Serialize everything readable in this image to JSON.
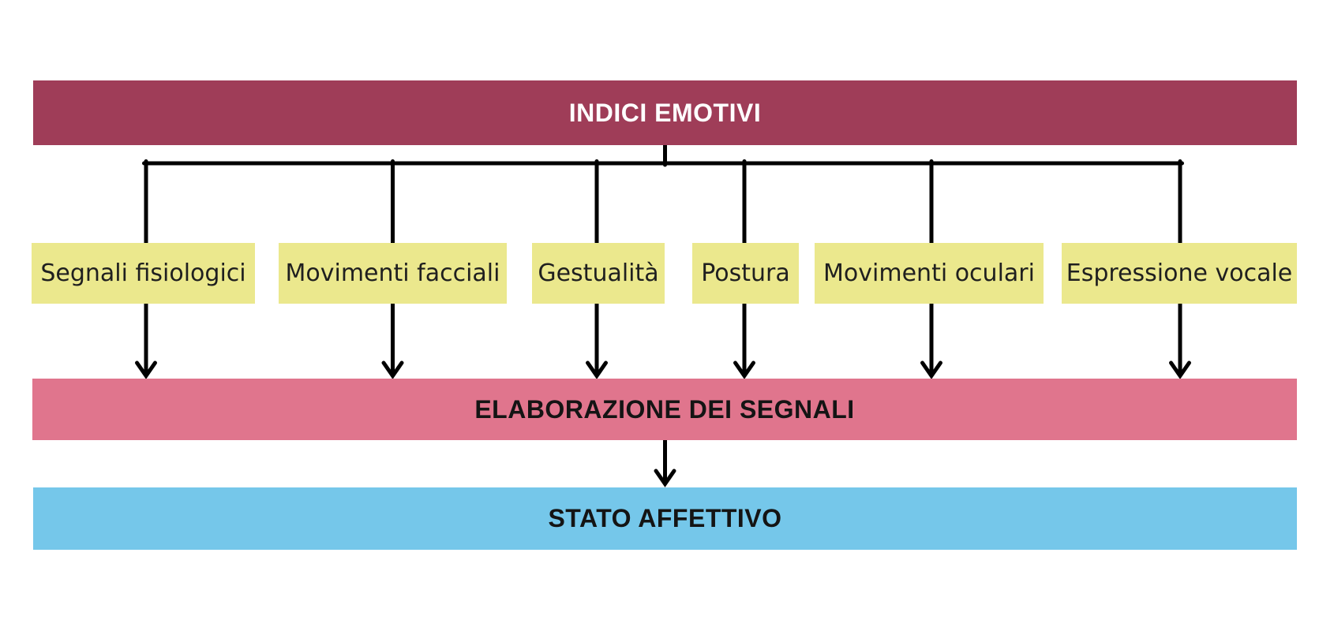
{
  "diagram": {
    "title": "INDICI EMOTIVI",
    "cues": [
      {
        "label": "Segnali fisiologici"
      },
      {
        "label": "Movimenti facciali"
      },
      {
        "label": "Gestualità"
      },
      {
        "label": "Postura"
      },
      {
        "label": "Movimenti oculari"
      },
      {
        "label": "Espressione vocale"
      }
    ],
    "processing_label": "ELABORAZIONE DEI SEGNALI",
    "output_label": "STATO AFFETTIVO",
    "colors": {
      "top_bar": "#9f3d58",
      "cue_box": "#ebe88d",
      "processing_bar": "#e0758d",
      "output_bar": "#75c7ea",
      "connector": "#000000",
      "title_on_dark": "#ffffff",
      "title_on_light": "#141414"
    }
  }
}
